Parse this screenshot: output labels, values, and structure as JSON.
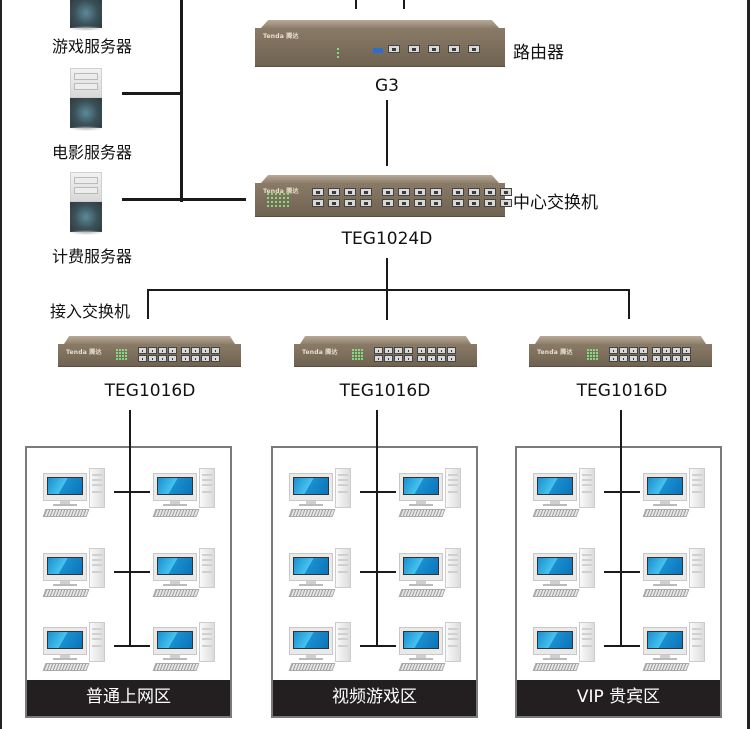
{
  "servers": [
    {
      "label": "游戏服务器",
      "icon": "server-tower-icon"
    },
    {
      "label": "电影服务器",
      "icon": "server-tower-icon"
    },
    {
      "label": "计费服务器",
      "icon": "server-tower-icon"
    }
  ],
  "router": {
    "role_label": "路由器",
    "model": "G3",
    "brand": "Tenda 腾达",
    "ports": 5
  },
  "core_switch": {
    "role_label": "中心交换机",
    "model": "TEG1024D",
    "brand": "Tenda 腾达",
    "ports": 24
  },
  "access_switch_label": "接入交换机",
  "access_switches": [
    {
      "model": "TEG1016D",
      "brand": "Tenda 腾达",
      "ports": 16
    },
    {
      "model": "TEG1016D",
      "brand": "Tenda 腾达",
      "ports": 16
    },
    {
      "model": "TEG1016D",
      "brand": "Tenda 腾达",
      "ports": 16
    }
  ],
  "zones": [
    {
      "name": "普通上网区",
      "pc_count": 6
    },
    {
      "name": "视频游戏区",
      "pc_count": 6
    },
    {
      "name": "VIP 贵宾区",
      "pc_count": 6
    }
  ],
  "colors": {
    "line": "#1a1a1a",
    "zone_border": "#7a7a7a",
    "zone_footer": "#231f20",
    "device_body": "#7d705e",
    "screen": "#1a8fd0"
  }
}
